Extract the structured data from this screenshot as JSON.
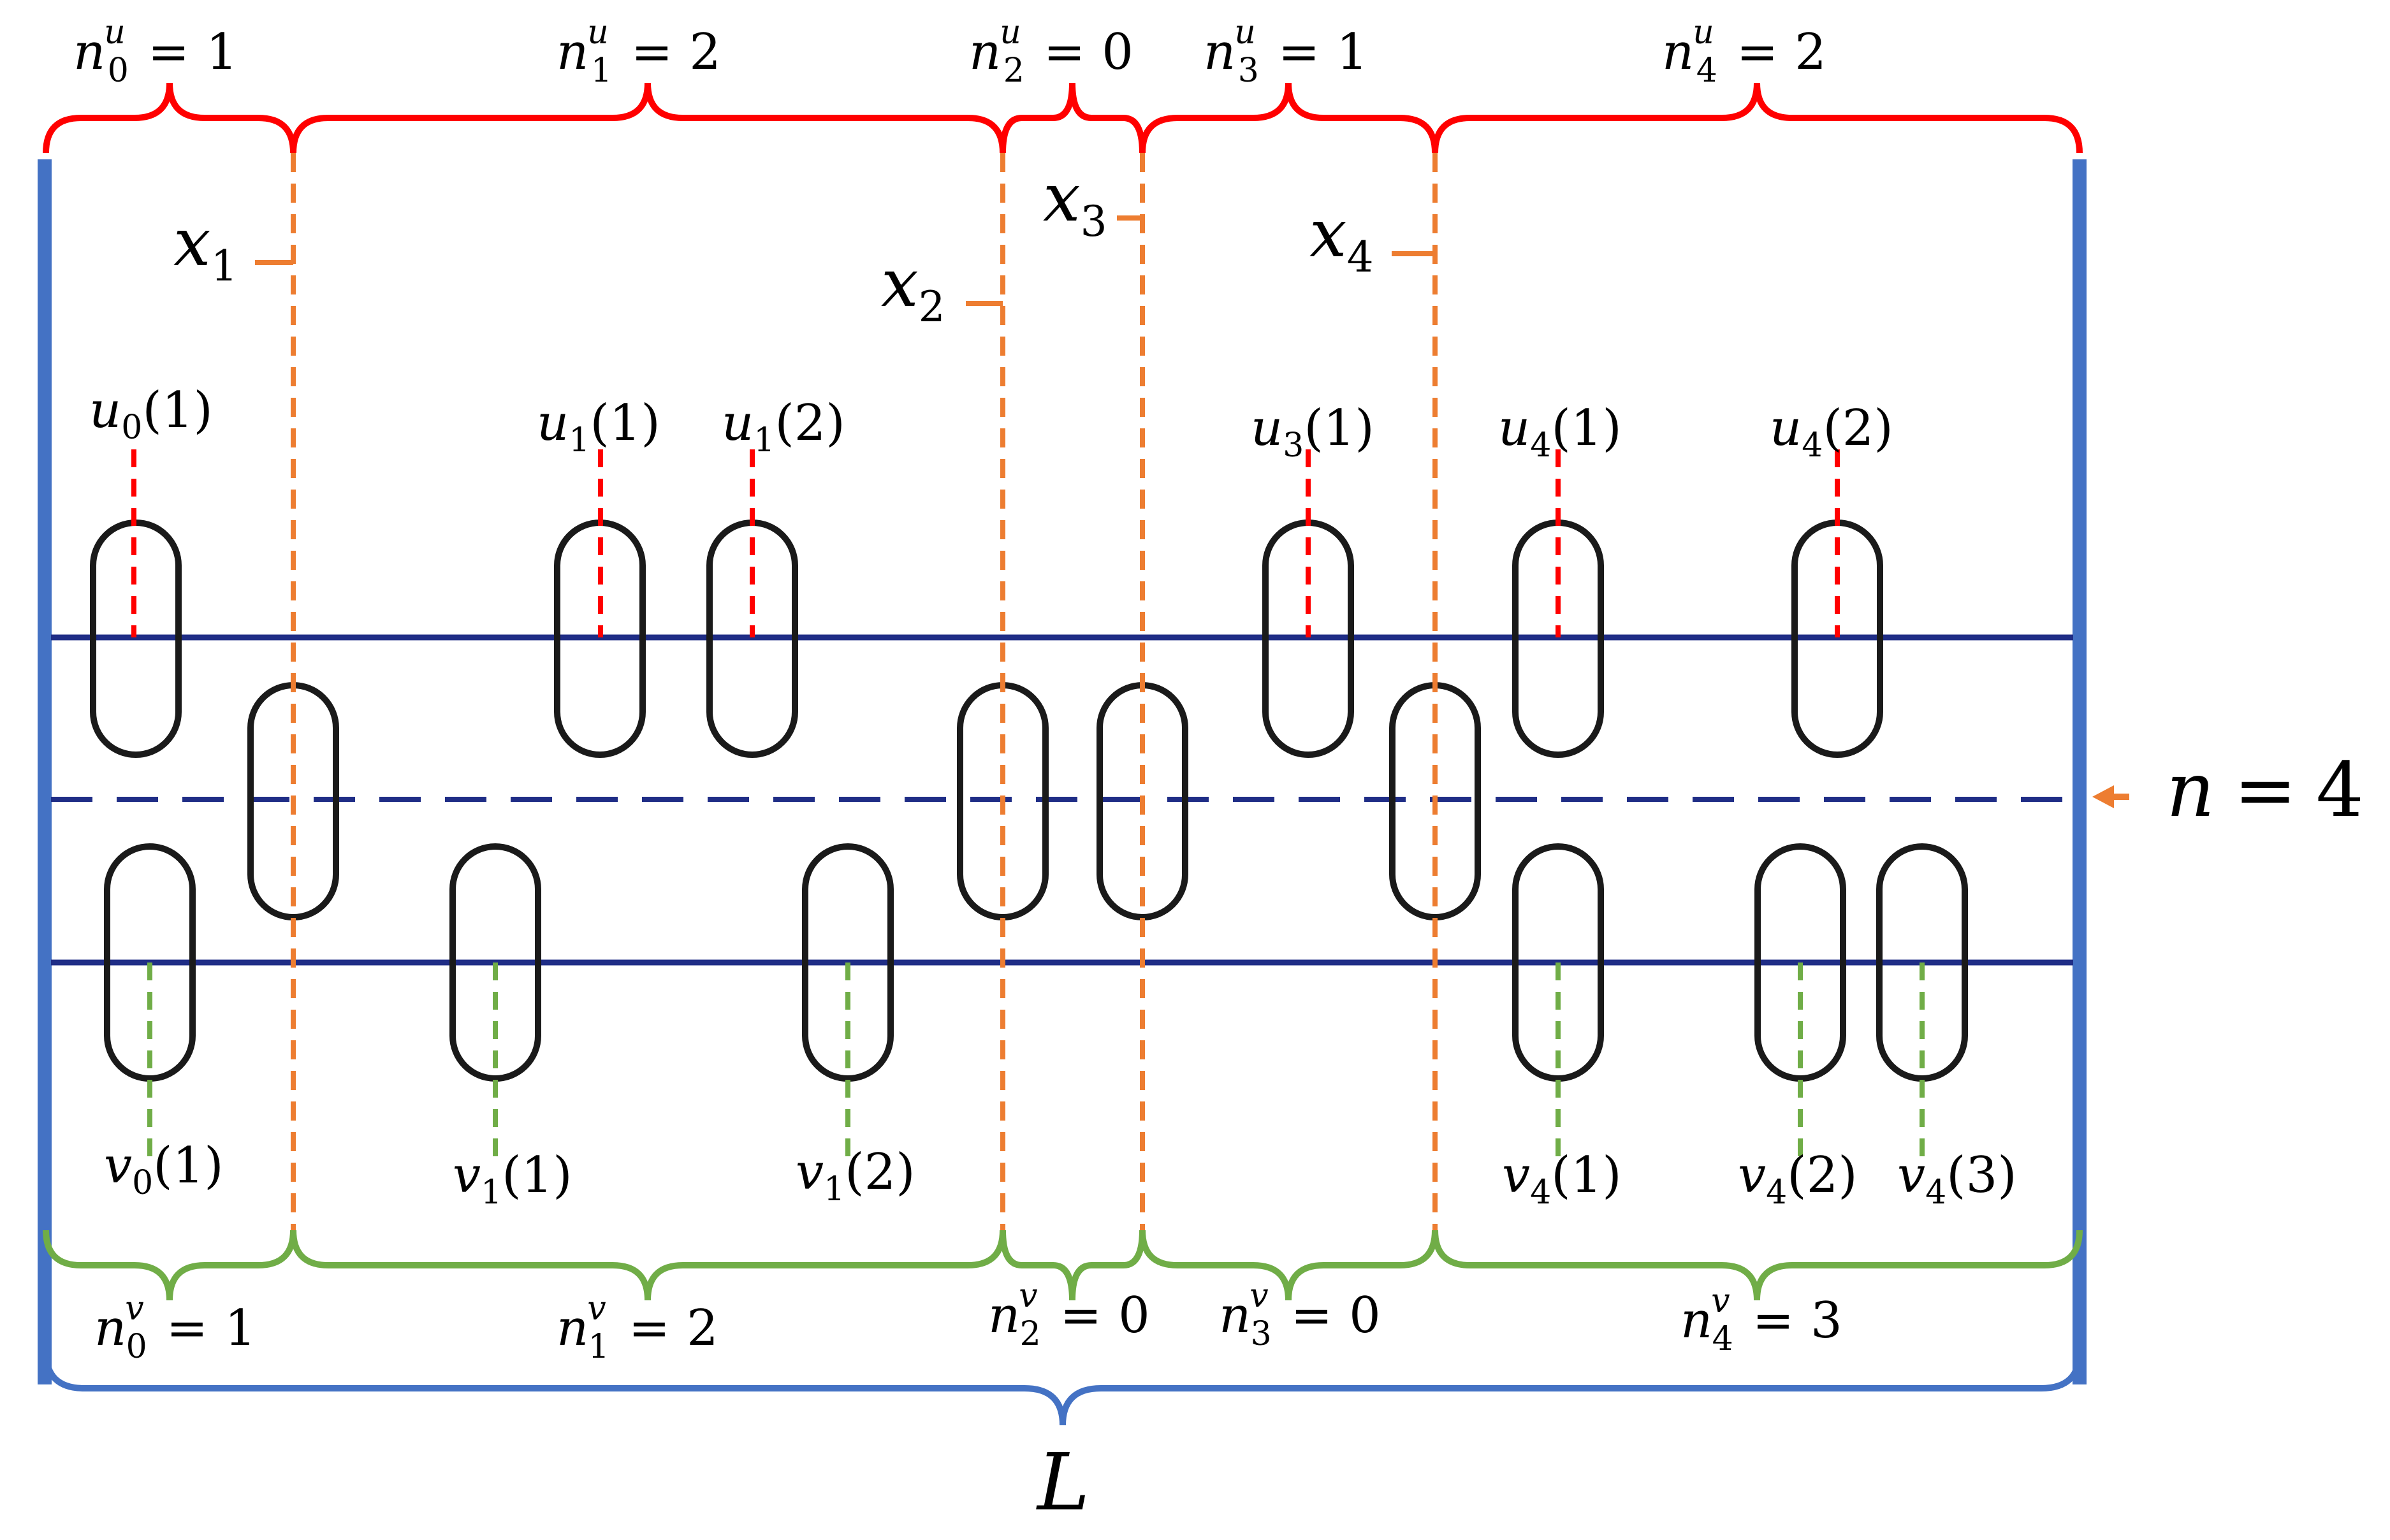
{
  "colors": {
    "wall": "#4472c4",
    "line": "#1f2d86",
    "upper_brace": "#ff0000",
    "lower_brace": "#70ad47",
    "l_brace": "#4472c4",
    "divider": "#ed7d31",
    "u_marker": "#ff0000",
    "v_marker": "#70ad47",
    "arrow": "#ed7d31",
    "capsule": "#1a1a1a"
  },
  "upper_counts": [
    {
      "sym": "n",
      "sub": "0",
      "sup": "u",
      "val": "1"
    },
    {
      "sym": "n",
      "sub": "1",
      "sup": "u",
      "val": "2"
    },
    {
      "sym": "n",
      "sub": "2",
      "sup": "u",
      "val": "0"
    },
    {
      "sym": "n",
      "sub": "3",
      "sup": "u",
      "val": "1"
    },
    {
      "sym": "n",
      "sub": "4",
      "sup": "u",
      "val": "2"
    }
  ],
  "lower_counts": [
    {
      "sym": "n",
      "sub": "0",
      "sup": "v",
      "val": "1"
    },
    {
      "sym": "n",
      "sub": "1",
      "sup": "v",
      "val": "2"
    },
    {
      "sym": "n",
      "sub": "2",
      "sup": "v",
      "val": "0"
    },
    {
      "sym": "n",
      "sub": "3",
      "sup": "v",
      "val": "0"
    },
    {
      "sym": "n",
      "sub": "4",
      "sup": "v",
      "val": "3"
    }
  ],
  "dividers": [
    {
      "sym": "x",
      "sub": "1"
    },
    {
      "sym": "x",
      "sub": "2"
    },
    {
      "sym": "x",
      "sub": "3"
    },
    {
      "sym": "x",
      "sub": "4"
    }
  ],
  "u_labels": [
    {
      "sym": "u",
      "sub": "0",
      "idx": "1"
    },
    {
      "sym": "u",
      "sub": "1",
      "idx": "1"
    },
    {
      "sym": "u",
      "sub": "1",
      "idx": "2"
    },
    {
      "sym": "u",
      "sub": "3",
      "idx": "1"
    },
    {
      "sym": "u",
      "sub": "4",
      "idx": "1"
    },
    {
      "sym": "u",
      "sub": "4",
      "idx": "2"
    }
  ],
  "v_labels": [
    {
      "sym": "v",
      "sub": "0",
      "idx": "1"
    },
    {
      "sym": "v",
      "sub": "1",
      "idx": "1"
    },
    {
      "sym": "v",
      "sub": "1",
      "idx": "2"
    },
    {
      "sym": "v",
      "sub": "4",
      "idx": "1"
    },
    {
      "sym": "v",
      "sub": "4",
      "idx": "2"
    },
    {
      "sym": "v",
      "sub": "4",
      "idx": "3"
    }
  ],
  "n_label": {
    "sym": "n",
    "eq": "=",
    "val": "4"
  },
  "length_label": "L"
}
